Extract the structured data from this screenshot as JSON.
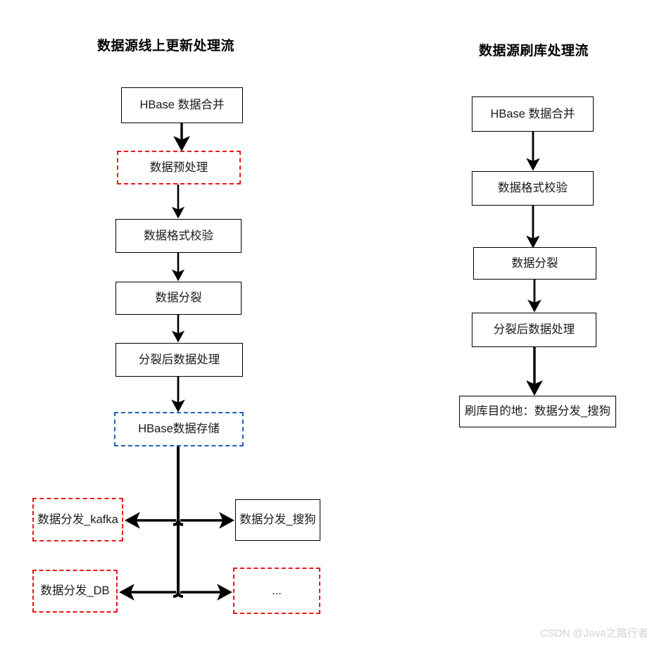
{
  "diagram": {
    "left_flow": {
      "title": "数据源线上更新处理流",
      "nodes": [
        {
          "id": "l1",
          "label": "HBase 数据合并",
          "style": "solid"
        },
        {
          "id": "l2",
          "label": "数据预处理",
          "style": "dashed-red"
        },
        {
          "id": "l3",
          "label": "数据格式校验",
          "style": "solid"
        },
        {
          "id": "l4",
          "label": "数据分裂",
          "style": "solid"
        },
        {
          "id": "l5",
          "label": "分裂后数据处理",
          "style": "solid"
        },
        {
          "id": "l6",
          "label": "HBase数据存储",
          "style": "dashed-blue"
        },
        {
          "id": "l7",
          "label": "数据分发_kafka",
          "style": "dashed-red"
        },
        {
          "id": "l8",
          "label": "数据分发_搜狗",
          "style": "solid"
        },
        {
          "id": "l9",
          "label": "数据分发_DB",
          "style": "dashed-red"
        },
        {
          "id": "l10",
          "label": "...",
          "style": "dashed-red"
        }
      ]
    },
    "right_flow": {
      "title": "数据源刷库处理流",
      "nodes": [
        {
          "id": "r1",
          "label": "HBase 数据合并",
          "style": "solid"
        },
        {
          "id": "r2",
          "label": "数据格式校验",
          "style": "solid"
        },
        {
          "id": "r3",
          "label": "数据分裂",
          "style": "solid"
        },
        {
          "id": "r4",
          "label": "分裂后数据处理",
          "style": "solid"
        },
        {
          "id": "r5",
          "label": "刷库目的地：数据分发_搜狗",
          "style": "solid"
        }
      ]
    },
    "colors": {
      "stroke": "#000000",
      "dashed_red": "#e8191c",
      "dashed_blue": "#1f5fb4",
      "background": "#ffffff",
      "watermark": "#d3d3d3"
    }
  },
  "watermark": "CSDN @Java之路行者"
}
